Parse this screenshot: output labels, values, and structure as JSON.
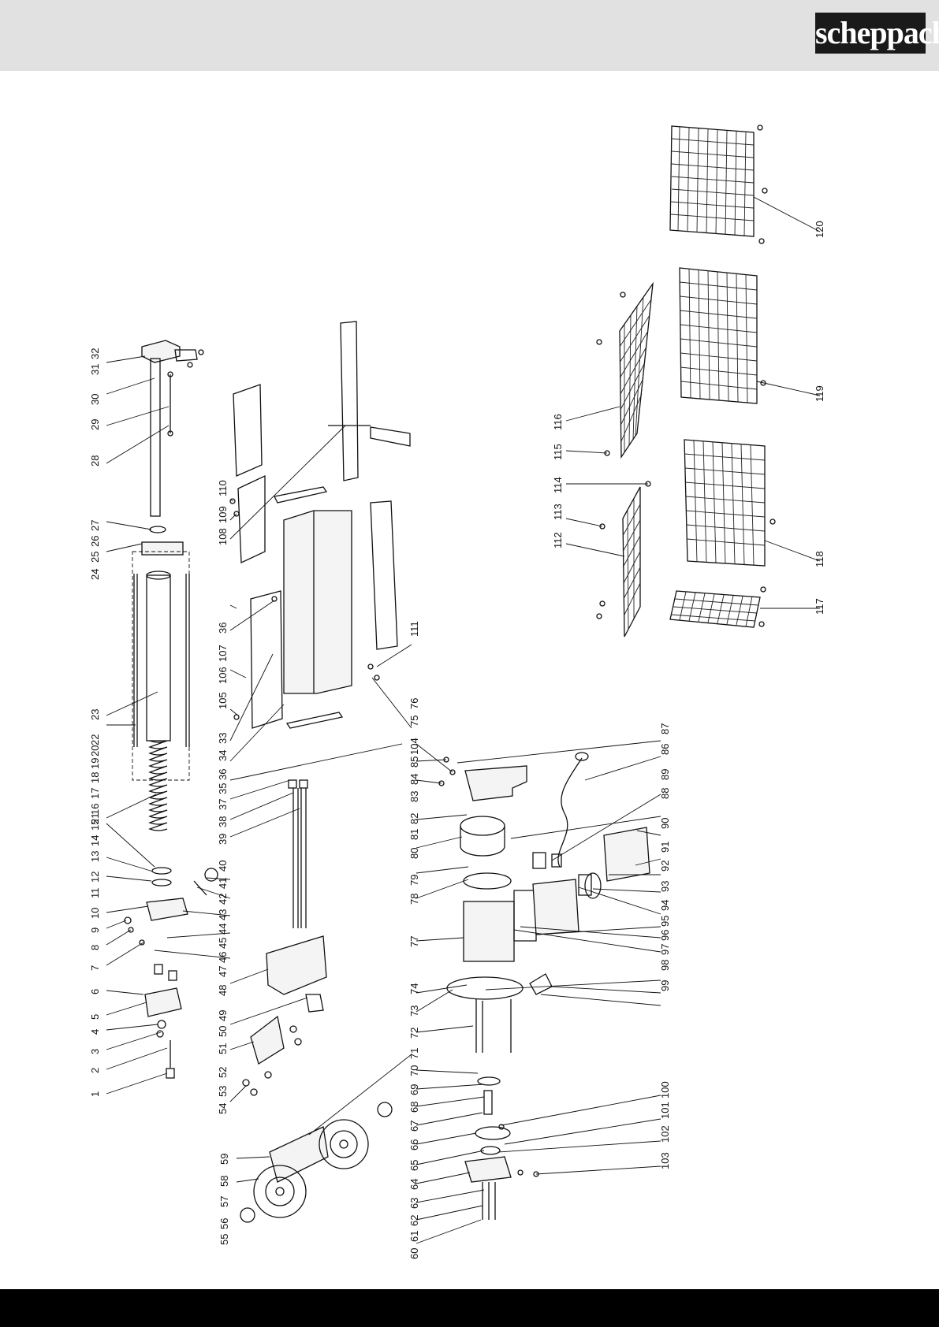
{
  "brand": {
    "logo_text": "scheppach"
  },
  "colors": {
    "header_bg": "#e1e1e1",
    "footer_bg": "#000000",
    "logo_bg": "#1a1a1a",
    "logo_fg": "#ffffff",
    "line": "#111111"
  },
  "labels": {
    "p1": "1",
    "p2": "2",
    "p3": "3",
    "p4": "4",
    "p5": "5",
    "p6": "6",
    "p7": "7",
    "p8": "8",
    "p9": "9",
    "p10": "10",
    "p11": "11",
    "p12": "12",
    "p13": "13",
    "p14": "14",
    "p15": "15",
    "p16": "16",
    "p17": "17",
    "p18": "18",
    "p19": "19",
    "p20": "20",
    "p21": "21",
    "p22": "22",
    "p23": "23",
    "p24": "24",
    "p25": "25",
    "p26": "26",
    "p27": "27",
    "p28": "28",
    "p29": "29",
    "p30": "30",
    "p31": "31",
    "p32": "32",
    "p33": "33",
    "p34": "34",
    "p35": "35",
    "p36": "36",
    "p36b": "36",
    "p37": "37",
    "p38": "38",
    "p39": "39",
    "p40": "40",
    "p41": "41",
    "p42": "42",
    "p43": "43",
    "p44": "44",
    "p45": "45",
    "p46": "46",
    "p47": "47",
    "p48": "48",
    "p49": "49",
    "p50": "50",
    "p51": "51",
    "p52": "52",
    "p53": "53",
    "p54": "54",
    "p55": "55",
    "p56": "56",
    "p57": "57",
    "p58": "58",
    "p59": "59",
    "p60": "60",
    "p61": "61",
    "p62": "62",
    "p63": "63",
    "p64": "64",
    "p65": "65",
    "p66": "66",
    "p67": "67",
    "p68": "68",
    "p69": "69",
    "p70": "70",
    "p71": "71",
    "p72": "72",
    "p73": "73",
    "p74": "74",
    "p75": "75",
    "p76": "76",
    "p77": "77",
    "p78": "78",
    "p79": "79",
    "p80": "80",
    "p81": "81",
    "p82": "82",
    "p83": "83",
    "p84": "84",
    "p85": "85",
    "p86": "86",
    "p87": "87",
    "p88": "88",
    "p89": "89",
    "p90": "90",
    "p91": "91",
    "p92": "92",
    "p93": "93",
    "p94": "94",
    "p95": "95",
    "p96": "96",
    "p97": "97",
    "p98": "98",
    "p99": "99",
    "p100": "100",
    "p101": "101",
    "p102": "102",
    "p103": "103",
    "p104": "104",
    "p105": "105",
    "p106": "106",
    "p107": "107",
    "p108": "108",
    "p109": "109",
    "p110": "110",
    "p111": "111",
    "p112": "112",
    "p113": "113",
    "p114": "114",
    "p115": "115",
    "p116": "116",
    "p117": "117",
    "p118": "118",
    "p119": "119",
    "p120": "120"
  }
}
